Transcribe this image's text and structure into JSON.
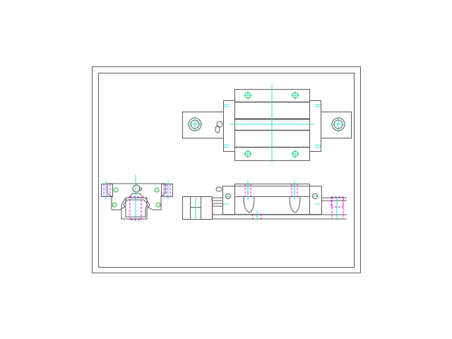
{
  "drawing": {
    "colors": {
      "outline": "#5a5a5a",
      "centerline": "#00d8d8",
      "hidden_line": "#e000e0",
      "hole": "#22bb22",
      "break_line": "#e03030",
      "background": "#ffffff"
    },
    "views": [
      "top-view",
      "front-view",
      "side-view"
    ]
  }
}
